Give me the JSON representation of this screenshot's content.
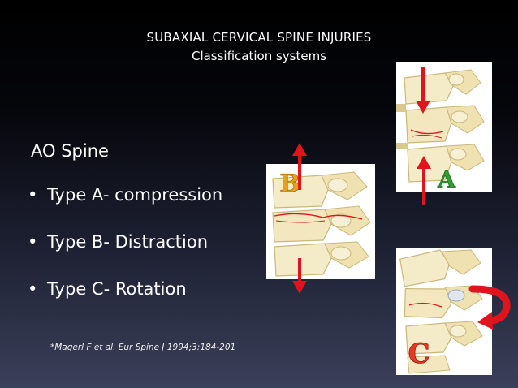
{
  "title": {
    "line1": "SUBAXIAL CERVICAL SPINE INJURIES",
    "line2": "Classification systems"
  },
  "heading": "AO Spine",
  "bullets": [
    {
      "marker": "•",
      "text": "Type A- compression"
    },
    {
      "marker": "•",
      "text": "Type B- Distraction"
    },
    {
      "marker": "•",
      "text": "Type C- Rotation"
    }
  ],
  "citation": "*Magerl F et al. Eur Spine J 1994;3:184-201",
  "figures": {
    "type_a_letter": "A",
    "type_b_letter": "B",
    "type_c_letter": "C"
  },
  "colors": {
    "arrow": "#e0141c",
    "letter_a": "#2f9e2f",
    "letter_b": "#e8a21a",
    "letter_c": "#e23a24",
    "bone": "#f4ecc8",
    "bone_shade": "#d9c98f"
  }
}
